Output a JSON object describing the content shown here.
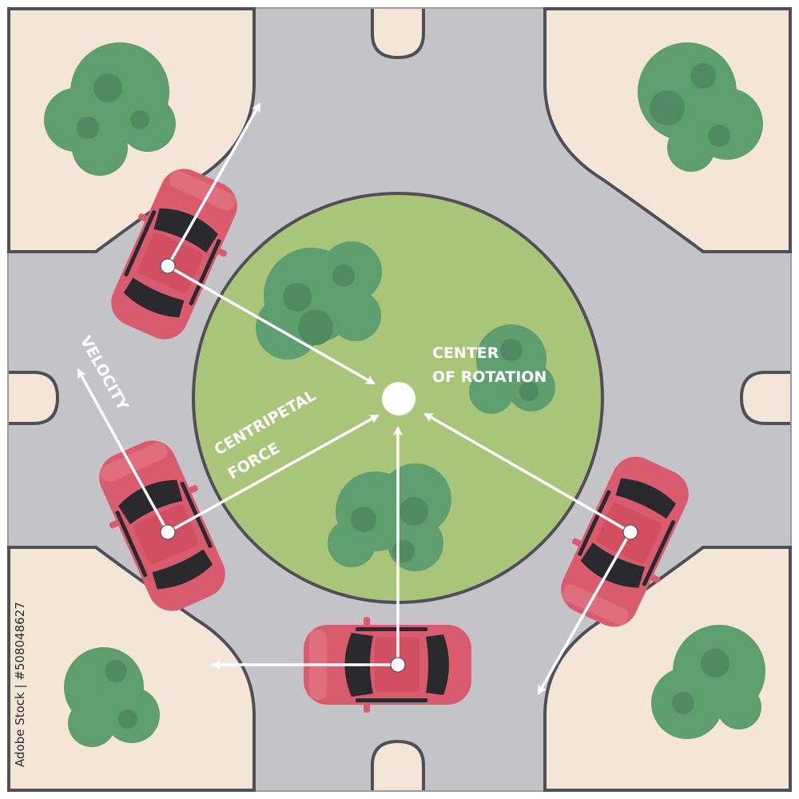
{
  "labels": {
    "velocity": "VELOCITY",
    "centripetal_line1": "CENTRIPETAL",
    "centripetal_line2": "FORCE",
    "center_line1": "CENTER",
    "center_line2": "OF ROTATION"
  },
  "stock_id": "Adobe Stock | #508048627",
  "colors": {
    "road": "#c4c4c8",
    "road_edge": "#4f4f55",
    "sidewalk": "#f3e6d6",
    "grass": "#a9c57a",
    "tree": "#5e9e6f",
    "tree_dark": "#4f8a61",
    "car_body": "#d85c6d",
    "car_dark": "#2a2a2e",
    "arrow": "#ffffff"
  },
  "cars": [
    {
      "name": "car-top-left"
    },
    {
      "name": "car-left"
    },
    {
      "name": "car-bottom"
    },
    {
      "name": "car-right"
    }
  ]
}
